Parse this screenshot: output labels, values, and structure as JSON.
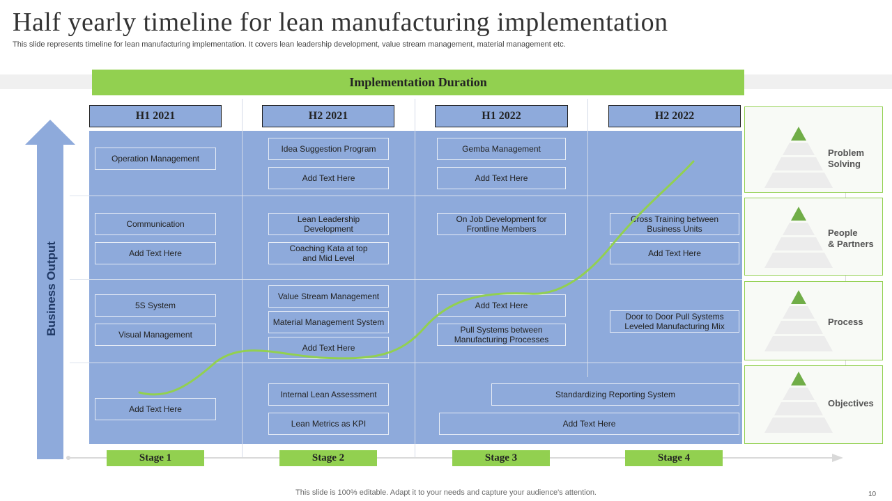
{
  "header": {
    "title": "Half yearly timeline for lean manufacturing implementation",
    "subtitle": "This slide represents timeline for lean manufacturing implementation. It covers lean leadership development, value stream management, material management etc."
  },
  "duration_label": "Implementation Duration",
  "y_axis_label": "Business Output",
  "periods": [
    "H1 2021",
    "H2 2021",
    "H1 2022",
    "H2 2022"
  ],
  "stages": [
    "Stage 1",
    "Stage 2",
    "Stage 3",
    "Stage 4"
  ],
  "cells": {
    "operation_management": "Operation Management",
    "idea_suggestion": "Idea Suggestion Program",
    "h2021_row1_add": "Add Text Here",
    "gemba": "Gemba Management",
    "h1_2022_row1_add": "Add Text Here",
    "communication": "Communication",
    "h1_2021_row2_add": "Add Text Here",
    "lean_leadership": "Lean Leadership Development",
    "coaching_kata": "Coaching Kata at top\nand Mid Level",
    "on_job": "On Job Development for\nFrontline Members",
    "cross_training": "Cross Training between\nBusiness Units",
    "h2_2022_row2_add": "Add Text Here",
    "five_s": "5S System",
    "visual_mgmt": "Visual Management",
    "value_stream": "Value Stream Management",
    "material_mgmt": "Material Management System",
    "h2_2021_row3_add": "Add Text Here",
    "h1_2022_row3_add": "Add Text Here",
    "pull_systems": "Pull Systems between\nManufacturing Processes",
    "door_to_door": "Door to Door Pull Systems\nLeveled Manufacturing Mix",
    "h1_2021_row4_add": "Add Text Here",
    "internal_assessment": "Internal Lean Assessment",
    "lean_metrics": "Lean Metrics as KPI",
    "standardizing": "Standardizing Reporting System",
    "wide_add": "Add Text Here"
  },
  "side_panels": [
    "Problem\nSolving",
    "People\n& Partners",
    "Process",
    "Objectives"
  ],
  "footer": "This slide is 100% editable. Adapt it to your needs and capture your audience's attention.",
  "page_number": "10",
  "colors": {
    "accent_green": "#92d050",
    "cell_blue": "#8eaadb",
    "axis_dark": "#1f3864"
  }
}
